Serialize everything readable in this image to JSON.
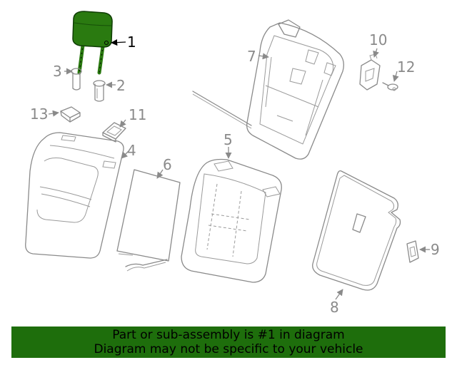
{
  "diagram": {
    "highlight_color": "#2a7a10",
    "callouts": [
      "1",
      "2",
      "3",
      "4",
      "5",
      "6",
      "7",
      "8",
      "9",
      "10",
      "11",
      "12",
      "13"
    ],
    "highlighted_callout": "1"
  },
  "banner": {
    "line1": "Part or sub-assembly is #1 in diagram",
    "line2": "Diagram may not be specific to your vehicle",
    "background": "#1e6e0c"
  }
}
